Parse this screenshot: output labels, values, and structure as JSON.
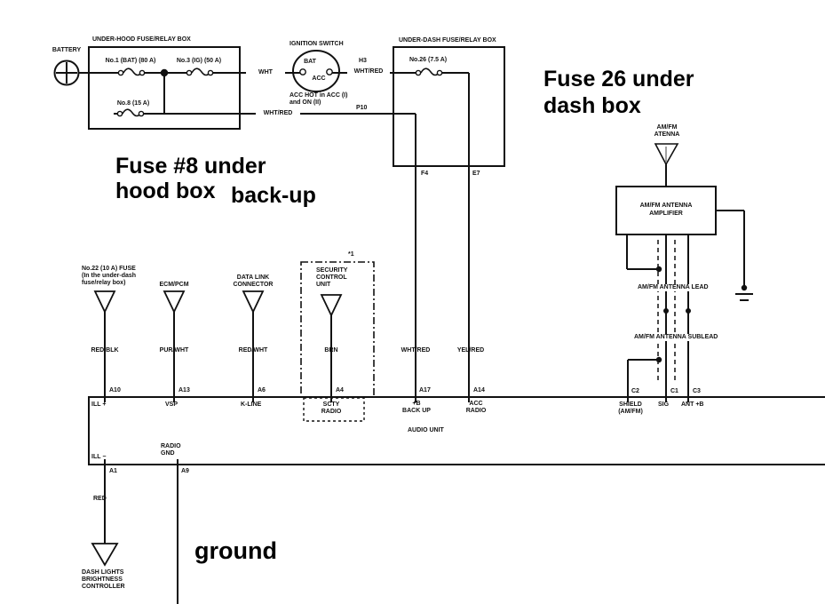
{
  "colors": {
    "ink": "#111111",
    "paper": "#ffffff"
  },
  "annotations": {
    "fuse8_line1": "Fuse #8 under",
    "fuse8_line2": "hood box",
    "backup": "back-up",
    "fuse26_line1": "Fuse 26 under",
    "fuse26_line2": "dash box",
    "ground": "ground"
  },
  "underhood": {
    "title": "UNDER-HOOD FUSE/RELAY BOX",
    "battery": "BATTERY",
    "fuse1": "No.1 (BAT) (80 A)",
    "fuse3": "No.3 (IG) (50 A)",
    "fuse8": "No.8 (15 A)"
  },
  "ignition": {
    "title": "IGNITION SWITCH",
    "bat": "BAT",
    "acc": "ACC",
    "note_line1": "ACC HOT in ACC (I)",
    "note_line2": "and ON (II)"
  },
  "underdash": {
    "title": "UNDER-DASH FUSE/RELAY BOX",
    "fuse26": "No.26 (7.5 A)",
    "term_h3": "H3",
    "term_p10": "P10",
    "term_f4": "F4",
    "term_e7": "E7"
  },
  "wires": {
    "wht": "WHT",
    "whtred_ig": "WHT/RED",
    "whtred_backup": "WHT/RED",
    "redblk": "RED/BLK",
    "purwht": "PUR/WHT",
    "redwht": "RED/WHT",
    "brn": "BRN",
    "whtred_b": "WHT/RED",
    "yelred": "YEL/RED",
    "red": "RED"
  },
  "sources": {
    "fuse22_line1": "No.22 (10 A) FUSE",
    "fuse22_line2": "(In the under-dash",
    "fuse22_line3": "fuse/relay box)",
    "ecm": "ECM/PCM",
    "dlc_line1": "DATA LINK",
    "dlc_line2": "CONNECTOR",
    "scu_line1": "SECURITY",
    "scu_line2": "CONTROL",
    "scu_line3": "UNIT",
    "scu_note": "*1"
  },
  "antenna": {
    "label_line1": "AM/FM",
    "label_line2": "ATENNA",
    "amp_line1": "AM/FM ANTENNA",
    "amp_line2": "AMPLIFIER",
    "lead": "AM/FM ANTENNA LEAD",
    "sublead": "AM/FM ANTENNA SUBLEAD"
  },
  "audio_unit": {
    "name": "AUDIO UNIT",
    "terminals_top": [
      {
        "pin": "A10",
        "label": "ILL +"
      },
      {
        "pin": "A13",
        "label": "VSP"
      },
      {
        "pin": "A6",
        "label": "K-LINE"
      },
      {
        "pin": "A4",
        "label1": "SCTY",
        "label2": "RADIO"
      },
      {
        "pin": "A17",
        "label1": "+B",
        "label2": "BACK UP"
      },
      {
        "pin": "A14",
        "label1": "ACC",
        "label2": "RADIO"
      },
      {
        "pin": "C2",
        "label1": "SHIELD",
        "label2": "(AM/FM)"
      },
      {
        "pin": "C1",
        "label": "SIG"
      },
      {
        "pin": "C3",
        "label": "ANT +B"
      }
    ],
    "terminals_bottom": [
      {
        "pin": "A1",
        "label": "ILL −"
      },
      {
        "pin": "A9",
        "label1": "RADIO",
        "label2": "GND"
      }
    ]
  },
  "bottom": {
    "dash_line1": "DASH LIGHTS",
    "dash_line2": "BRIGHTNESS",
    "dash_line3": "CONTROLLER"
  }
}
